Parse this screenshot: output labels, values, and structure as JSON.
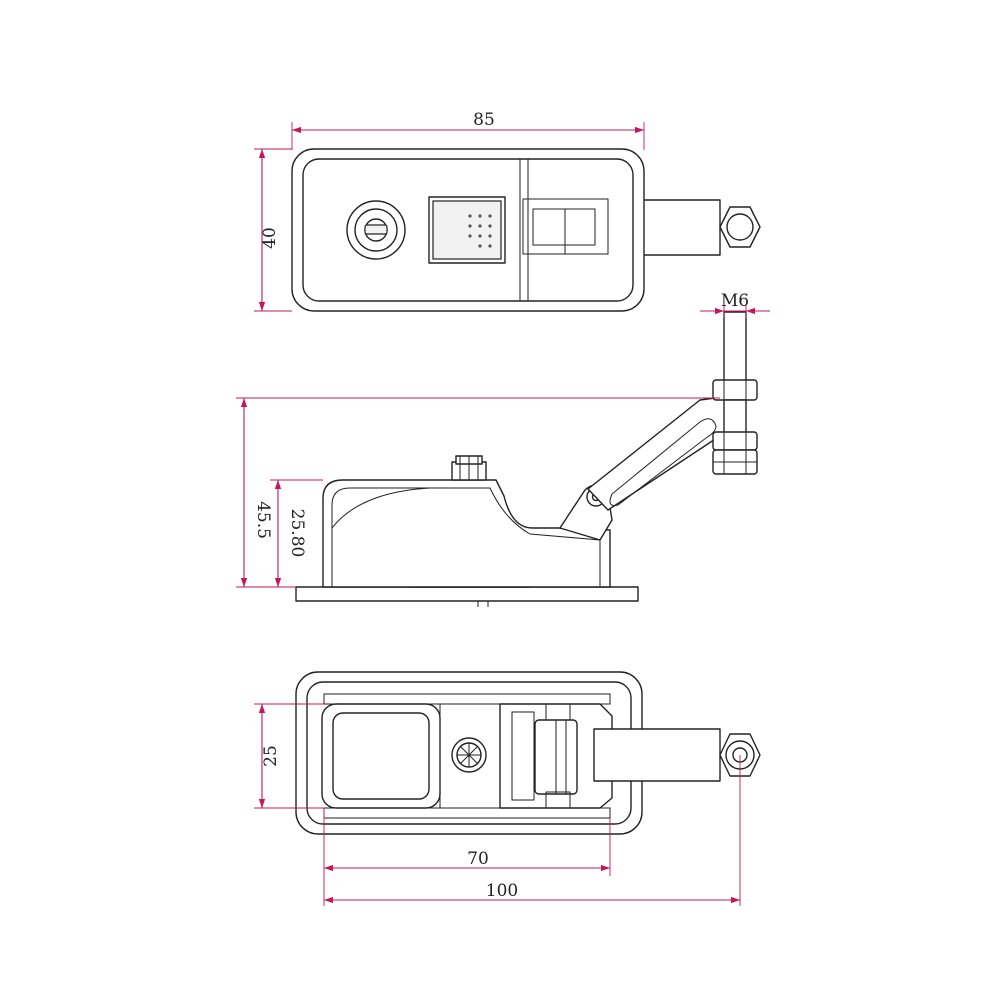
{
  "dimensions": {
    "width_85": "85",
    "height_40": "40",
    "thread_m6": "M6",
    "height_45_5": "45.5",
    "height_25_80": "25.80",
    "width_25": "25",
    "length_70": "70",
    "length_100": "100"
  },
  "colors": {
    "dimension": "#c2185b",
    "outline": "#222222"
  }
}
